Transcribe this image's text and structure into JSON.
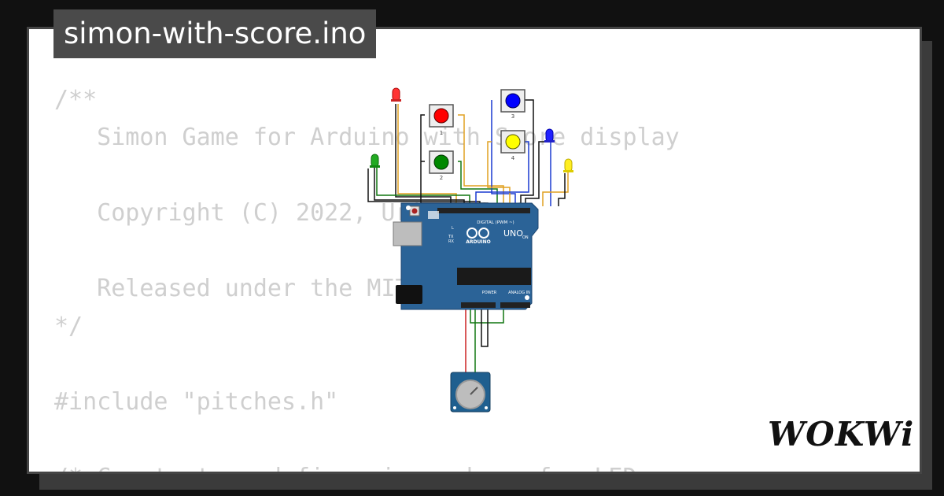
{
  "file_name": "simon-with-score.ino",
  "code_lines": [
    "/**",
    "   Simon Game for Arduino with Score display",
    "",
    "   Copyright (C) 2022, Uri Shaked",
    "",
    "   Released under the MIT License.",
    "*/",
    "",
    "#include \"pitches.h\"",
    "",
    "/* Constants - define pin numbers for LEDs,"
  ],
  "board": {
    "model": "UNO",
    "brand": "ARDUINO",
    "digital_header": "DIGITAL (PWM ~)",
    "power_header": "POWER",
    "analog_header": "ANALOG IN",
    "on_label": "ON",
    "l_label": "L",
    "tx_label": "TX",
    "rx_label": "RX"
  },
  "buttons": [
    {
      "number": "1",
      "color": "#ff0000"
    },
    {
      "number": "2",
      "color": "#008800"
    },
    {
      "number": "3",
      "color": "#0000ff"
    },
    {
      "number": "4",
      "color": "#ffff00"
    }
  ],
  "leds": [
    {
      "color": "#ff3333"
    },
    {
      "color": "#22aa22"
    },
    {
      "color": "#2222ff"
    },
    {
      "color": "#ffee22"
    }
  ],
  "logo_text": "WOKWi",
  "colors": {
    "board": "#2b6397",
    "background": "#111111",
    "card": "#ffffff",
    "code_text": "#cfcfcf",
    "badge": "#4a4a4a"
  }
}
